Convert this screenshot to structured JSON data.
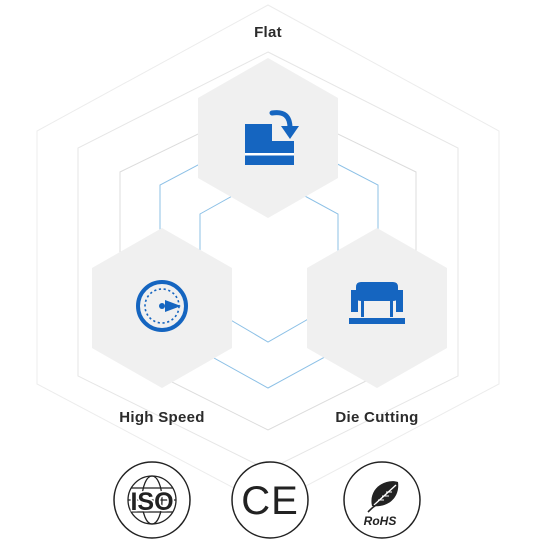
{
  "features": [
    {
      "label": "Flat",
      "icon": "flat-icon"
    },
    {
      "label": "High Speed",
      "icon": "speedometer-icon"
    },
    {
      "label": "Die Cutting",
      "icon": "die-cutting-icon"
    }
  ],
  "certifications": [
    {
      "label": "ISO",
      "icon": "iso-globe-icon"
    },
    {
      "label": "CE",
      "icon": "ce-mark-icon"
    },
    {
      "label": "RoHS",
      "icon": "rohs-leaf-icon"
    }
  ],
  "colors": {
    "accent": "#1565c0",
    "hexagon_fill": "#f0f0f0",
    "outline_light": "#e6e6e6",
    "outline_mid": "#dadada",
    "outline_blue": "#8cc0e6",
    "badge": "#222222"
  }
}
